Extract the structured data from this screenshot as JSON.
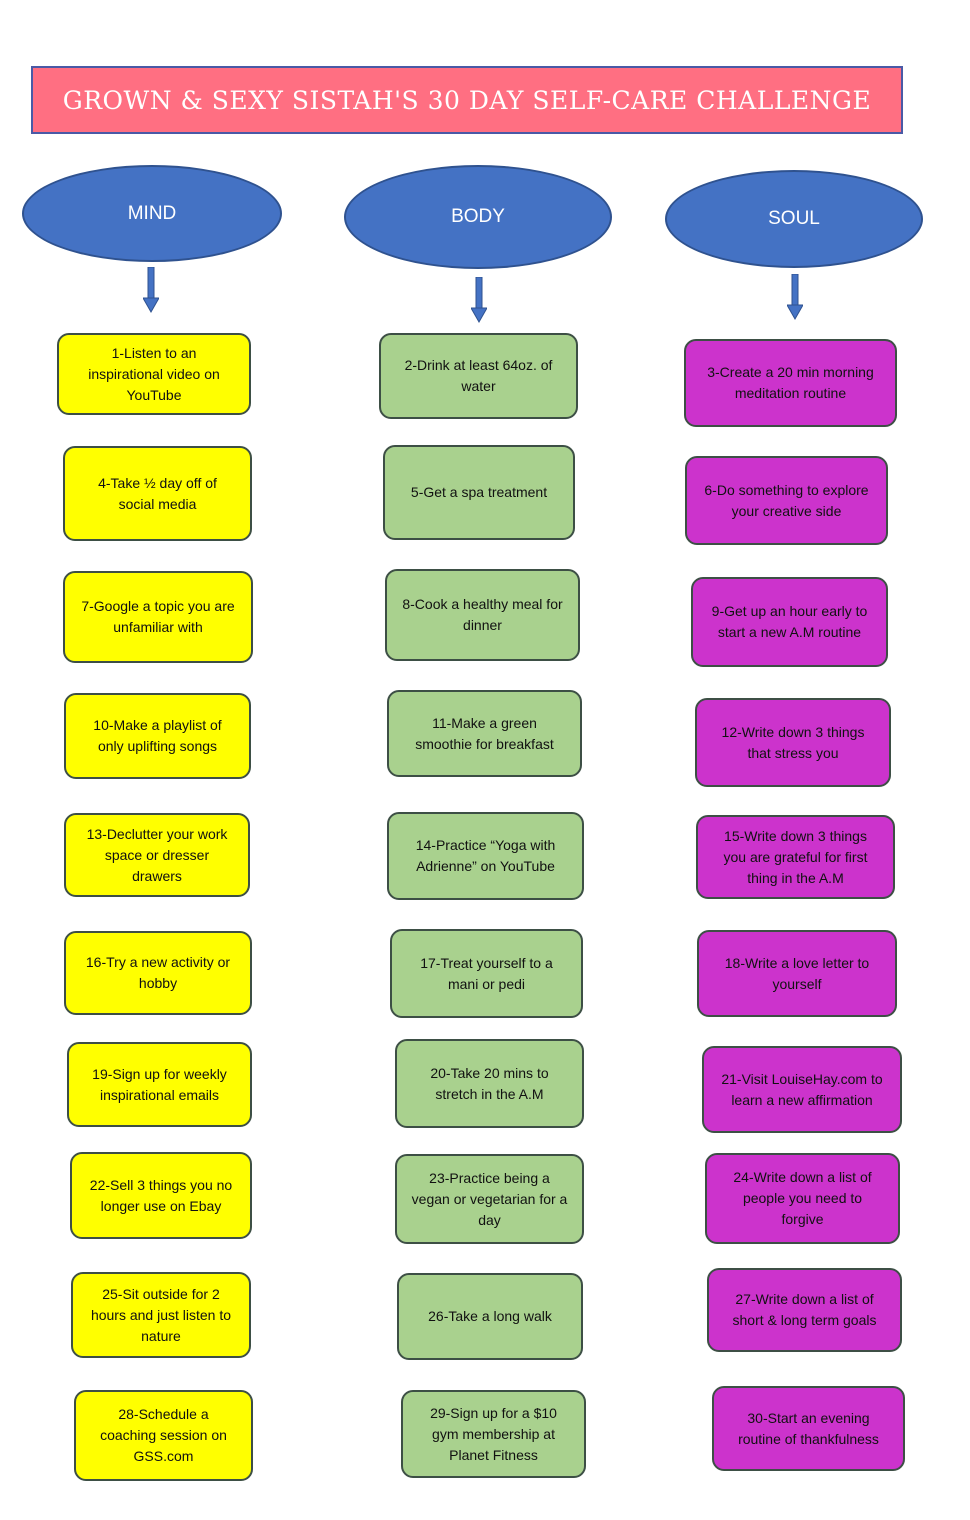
{
  "title": "Grown & Sexy Sistah's 30 Day Self-Care Challenge",
  "colors": {
    "banner": "#ff6f82",
    "category": "#4472c4",
    "mind": "#ffff00",
    "body": "#a9d18e",
    "soul": "#cc33cc"
  },
  "columns": [
    {
      "label": "MIND",
      "items": [
        "1-Listen to an inspirational video on YouTube",
        "4-Take ½ day off of social media",
        "7-Google a topic you are unfamiliar with",
        "10-Make a playlist of only uplifting songs",
        "13-Declutter your work space or dresser drawers",
        "16-Try a new activity or hobby",
        "19-Sign up for weekly inspirational emails",
        "22-Sell 3 things you no longer use on Ebay",
        "25-Sit outside for 2 hours and just listen to nature",
        "28-Schedule a coaching session on GSS.com"
      ]
    },
    {
      "label": "BODY",
      "items": [
        "2-Drink at least 64oz. of water",
        "5-Get a spa treatment",
        "8-Cook a healthy meal for dinner",
        "11-Make a green smoothie for breakfast",
        "14-Practice “Yoga with Adrienne” on YouTube",
        "17-Treat yourself to a mani or pedi",
        "20-Take 20 mins to stretch in the A.M",
        "23-Practice being a vegan or vegetarian for a day",
        "26-Take a long walk",
        "29-Sign up for a $10 gym membership at Planet Fitness"
      ]
    },
    {
      "label": "SOUL",
      "items": [
        "3-Create a 20 min morning meditation routine",
        "6-Do something to explore your creative side",
        "9-Get up an hour early to start a new A.M routine",
        "12-Write down 3 things that stress you",
        "15-Write down 3 things you are grateful for first thing in the A.M",
        "18-Write a love letter to yourself",
        "21-Visit LouiseHay.com to learn a new affirmation",
        "24-Write down a list of people you need to forgive",
        "27-Write down a list of short & long term goals",
        "30-Start an evening routine of thankfulness"
      ]
    }
  ]
}
